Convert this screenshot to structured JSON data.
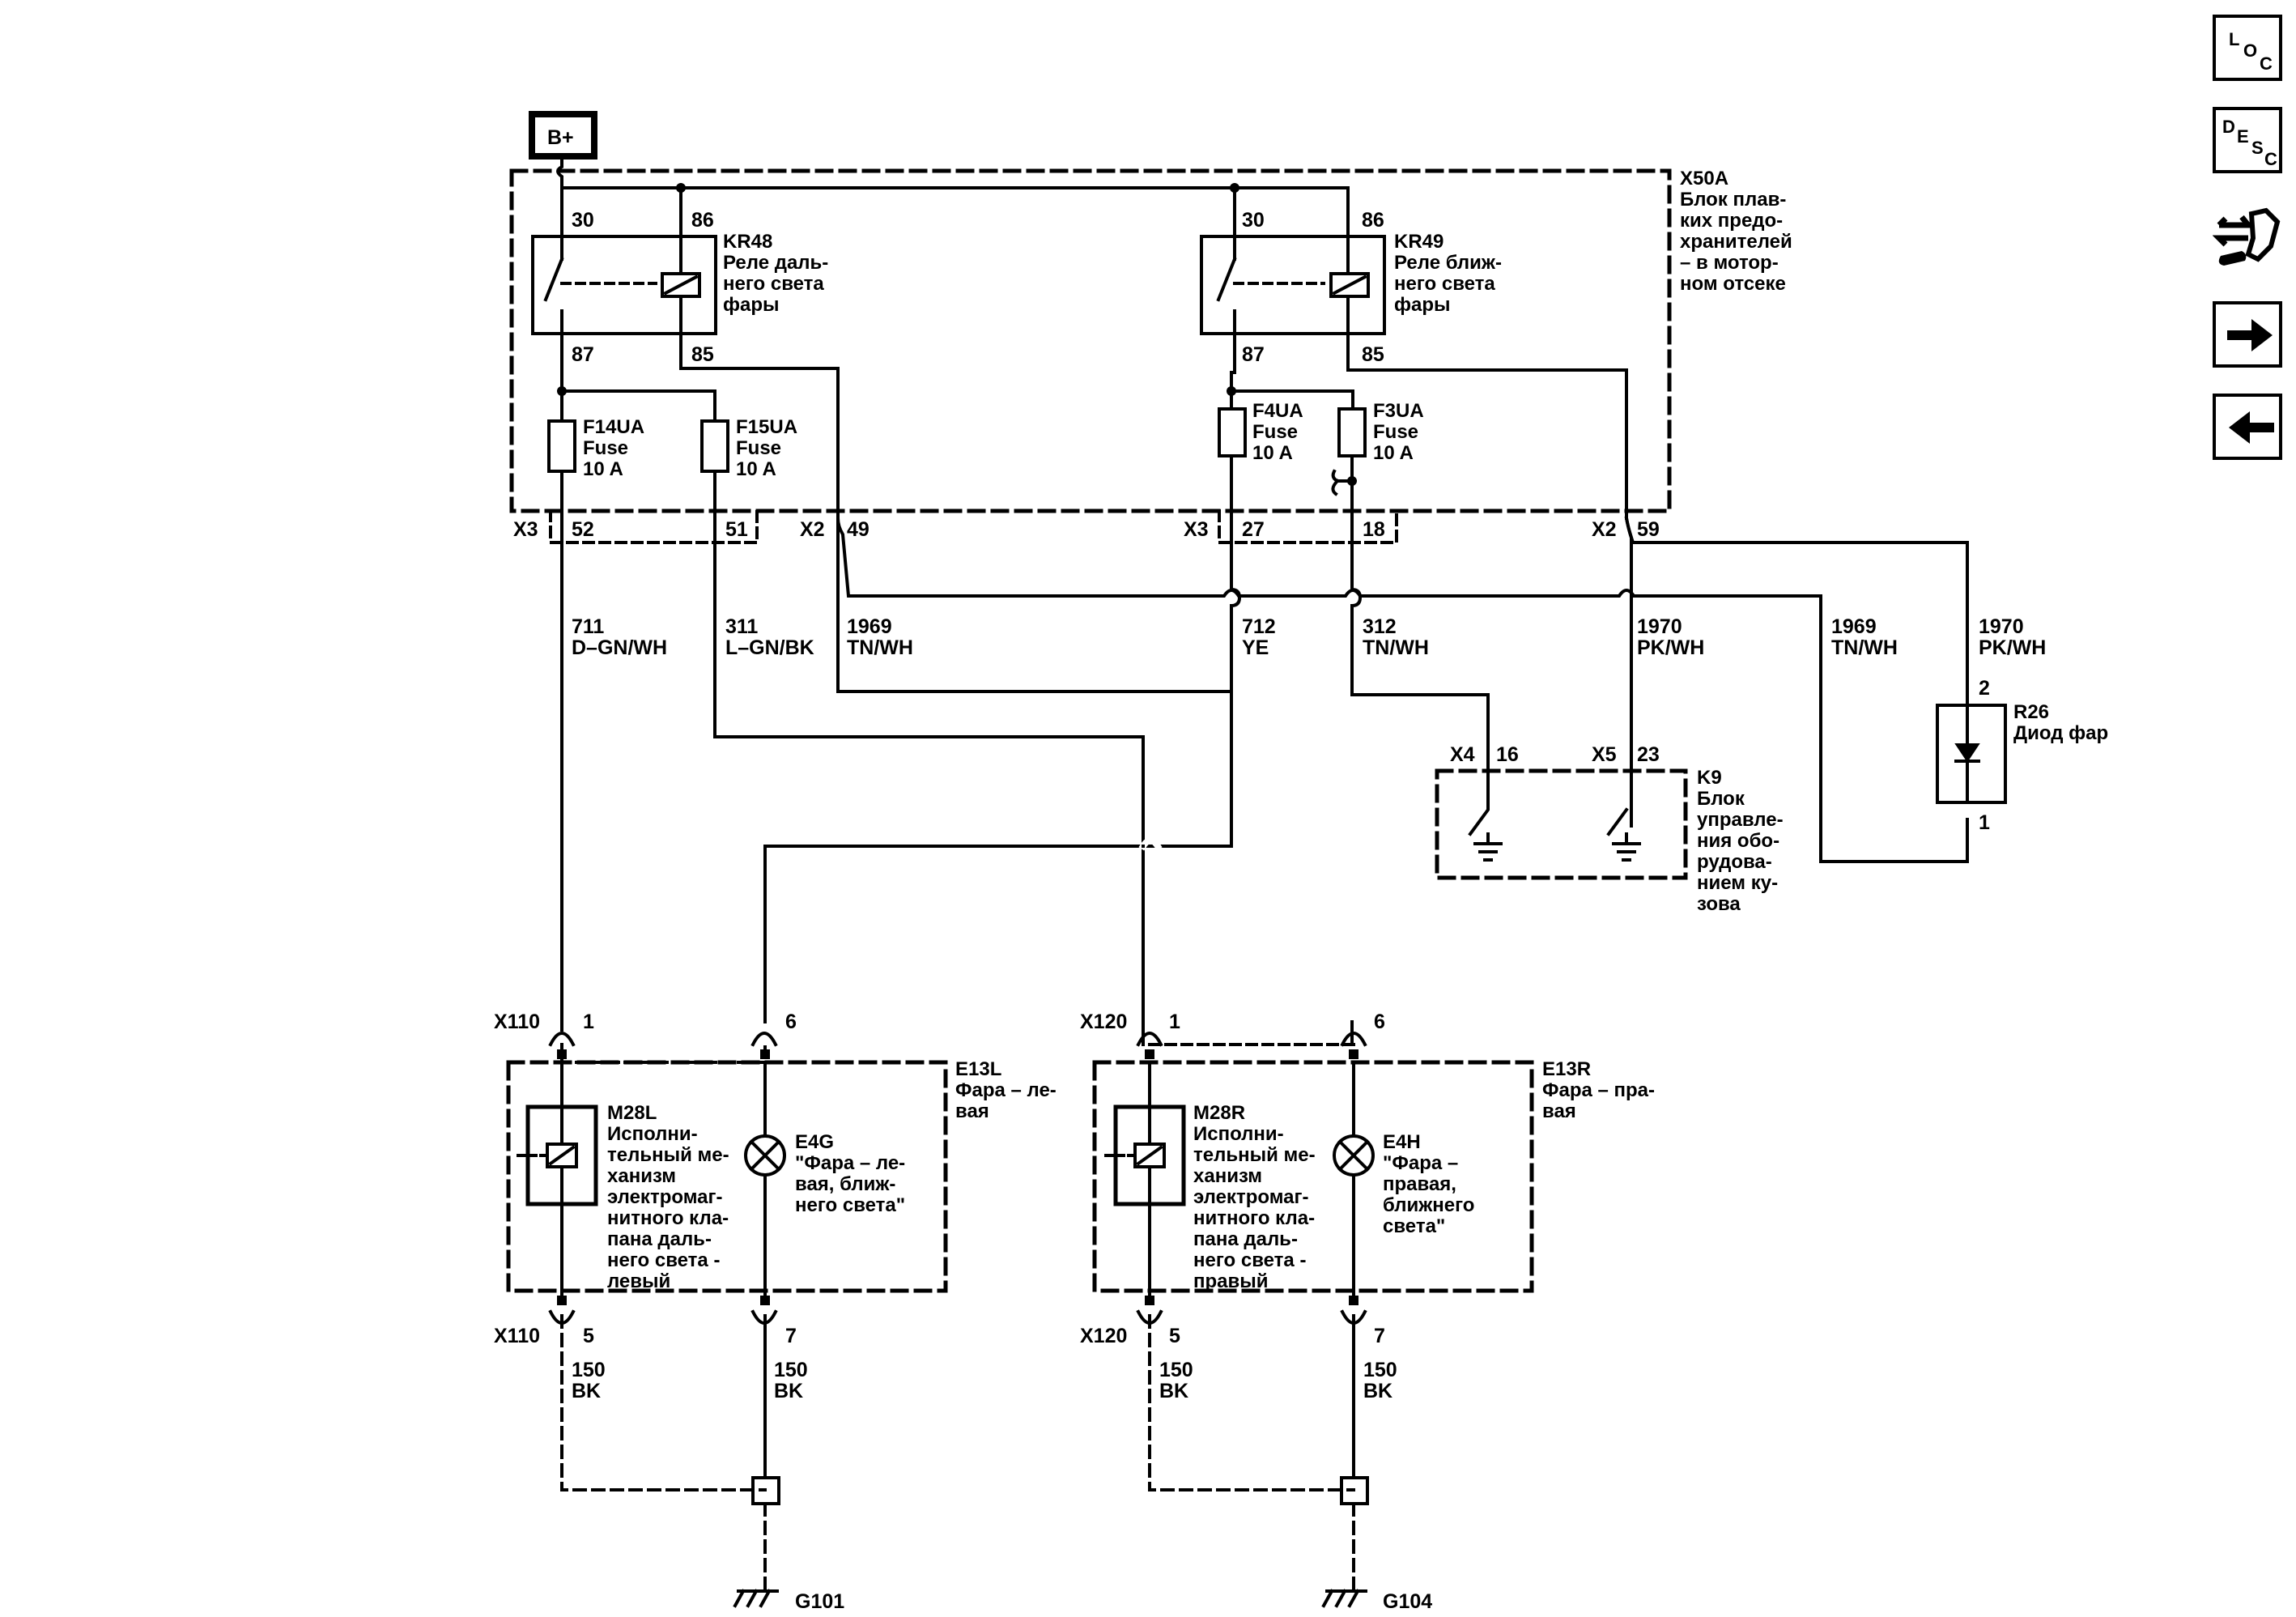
{
  "power": {
    "label": "B+"
  },
  "fuse_block": {
    "id": "X50A",
    "desc": [
      "Блок плав-",
      "ких предо-",
      "хранителей",
      "– в мотор-",
      "ном отсеке"
    ]
  },
  "relays": {
    "kr48": {
      "pin_30": "30",
      "pin_86": "86",
      "pin_87": "87",
      "pin_85": "85",
      "id": "KR48",
      "desc": [
        "Реле даль-",
        "него света",
        "фары"
      ]
    },
    "kr49": {
      "pin_30": "30",
      "pin_86": "86",
      "pin_87": "87",
      "pin_85": "85",
      "id": "KR49",
      "desc": [
        "Реле ближ-",
        "него света",
        "фары"
      ]
    }
  },
  "fuses": {
    "f14ua": [
      "F14UA",
      "Fuse",
      "10 A"
    ],
    "f15ua": [
      "F15UA",
      "Fuse",
      "10 A"
    ],
    "f4ua": [
      "F4UA",
      "Fuse",
      "10 A"
    ],
    "f3ua": [
      "F3UA",
      "Fuse",
      "10 A"
    ]
  },
  "connectors": {
    "x3_left": "X3",
    "pin_52": "52",
    "pin_51": "51",
    "x2_left": "X2",
    "pin_49": "49",
    "x3_mid": "X3",
    "pin_27": "27",
    "pin_18": "18",
    "x2_right": "X2",
    "pin_59": "59",
    "x4": "X4",
    "pin_16": "16",
    "x5": "X5",
    "pin_23": "23"
  },
  "wires": {
    "w711": [
      "711",
      "D–GN/WH"
    ],
    "w311": [
      "311",
      "L–GN/BK"
    ],
    "w1969a": [
      "1969",
      "TN/WH"
    ],
    "w712": [
      "712",
      "YE"
    ],
    "w312": [
      "312",
      "TN/WH"
    ],
    "w1970a": [
      "1970",
      "PK/WH"
    ],
    "w1969b": [
      "1969",
      "TN/WH"
    ],
    "w1970b": [
      "1970",
      "PK/WH"
    ],
    "g_left_a": [
      "150",
      "BK"
    ],
    "g_left_b": [
      "150",
      "BK"
    ],
    "g_right_a": [
      "150",
      "BK"
    ],
    "g_right_b": [
      "150",
      "BK"
    ]
  },
  "diode": {
    "id": "R26",
    "desc": "Диод фар",
    "pin_top": "2",
    "pin_bottom": "1"
  },
  "bcm": {
    "id": "K9",
    "desc": [
      "Блок",
      "управле-",
      "ния обо-",
      "рудова-",
      "нием ку-",
      "зова"
    ]
  },
  "left_lamp": {
    "conn_top": "X110",
    "pin_1": "1",
    "pin_6": "6",
    "conn_bottom": "X110",
    "pin_5": "5",
    "pin_7": "7",
    "id": "E13L",
    "desc": [
      "Фара – ле-",
      "вая"
    ],
    "actuator_id": "M28L",
    "actuator_desc": [
      "Исполни-",
      "тельный ме-",
      "ханизм",
      "электромаг-",
      "нитного кла-",
      "пана даль-",
      "него света -",
      "левый"
    ],
    "bulb_id": "E4G",
    "bulb_desc": [
      "\"Фара – ле-",
      "вая, ближ-",
      "него света\""
    ],
    "ground": "G101"
  },
  "right_lamp": {
    "conn_top": "X120",
    "pin_1": "1",
    "pin_6": "6",
    "conn_bottom": "X120",
    "pin_5": "5",
    "pin_7": "7",
    "id": "E13R",
    "desc": [
      "Фара – пра-",
      "вая"
    ],
    "actuator_id": "M28R",
    "actuator_desc": [
      "Исполни-",
      "тельный ме-",
      "ханизм",
      "электромаг-",
      "нитного кла-",
      "пана даль-",
      "него света -",
      "правый"
    ],
    "bulb_id": "E4H",
    "bulb_desc": [
      "\"Фара –",
      "правая,",
      "ближнего",
      "света\""
    ],
    "ground": "G104"
  },
  "sidebar": {
    "loc": {
      "letters": [
        "L",
        "O",
        "C"
      ]
    },
    "desc": {
      "letters": [
        "D",
        "E",
        "S",
        "C"
      ]
    },
    "connector_icon": "connector-wrench-icon",
    "next_icon": "arrow-right-icon",
    "prev_icon": "arrow-left-icon"
  }
}
